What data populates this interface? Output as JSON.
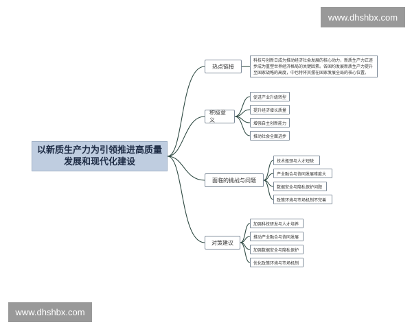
{
  "root": {
    "label": "以新质生产力为引领推进高质量发展和现代化建设"
  },
  "branches": [
    {
      "label": "热点链接",
      "leaves": [
        "科技与创新日成为推动经济社会发展的核心动力，新质生产力正逐步成为重塑世界经济格局的关键因素。各国均发展新质生产力提升至国家战略的高度，中也特将其摆在国家发展全局的核心位置。"
      ]
    },
    {
      "label": "积极意义",
      "leaves": [
        "促进产业升级转型",
        "提升经济增长质量",
        "增强自主创新能力",
        "推动社会全面进步"
      ]
    },
    {
      "label": "面临的挑战与问题",
      "leaves": [
        "技术瓶颈与人才短缺",
        "产业融合与协同发展难度大",
        "数据安全与隐私保护问题",
        "政策环境与市场机制不完善"
      ]
    },
    {
      "label": "对策建议",
      "leaves": [
        "加强科技研发与人才培养",
        "推动产业融合与协同发展",
        "加强数据安全与隐私保护",
        "优化政策环境与市场机制"
      ]
    }
  ],
  "watermarks": {
    "top": "www.dhshbx.com",
    "bottom": "www.dhshbx.com"
  },
  "colors": {
    "root_fill": "#bfcde0",
    "connector": "#2f4a43",
    "watermark_bg": "#999999"
  }
}
